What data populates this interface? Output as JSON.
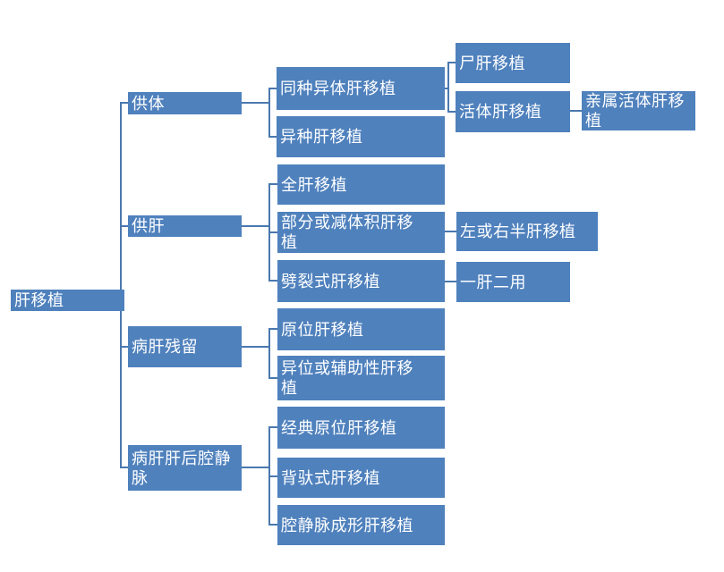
{
  "colors": {
    "node_fill": "#4f81bd",
    "node_text": "#ffffff",
    "connector": "#4a78ae",
    "background": "#ffffff"
  },
  "nodes": {
    "root": {
      "label": "肝移植"
    },
    "donor": {
      "label": "供体"
    },
    "allogeneic": {
      "label": "同种异体肝移植"
    },
    "xenogeneic": {
      "label": "异种肝移植"
    },
    "cadaveric": {
      "label": "尸肝移植"
    },
    "living": {
      "label": "活体肝移植"
    },
    "related": {
      "label": "亲属活体肝移\n植"
    },
    "donor_liver": {
      "label": "供肝"
    },
    "whole": {
      "label": "全肝移植"
    },
    "partial": {
      "label": "部分或减体积肝移\n植"
    },
    "lr_half": {
      "label": "左或右半肝移植"
    },
    "split": {
      "label": "劈裂式肝移植"
    },
    "one_two": {
      "label": "一肝二用"
    },
    "remnant": {
      "label": "病肝残留"
    },
    "orthotopic": {
      "label": "原位肝移植"
    },
    "heterotopic": {
      "label": "异位或辅助性肝移\n植"
    },
    "ivc": {
      "label": "病肝肝后腔静\n脉"
    },
    "classic": {
      "label": "经典原位肝移植"
    },
    "piggyback": {
      "label": "背驮式肝移植"
    },
    "cavoplasty": {
      "label": "腔静脉成形肝移植"
    }
  },
  "hierarchy": {
    "label": "肝移植",
    "children": [
      {
        "label": "供体",
        "children": [
          {
            "label": "同种异体肝移植",
            "children": [
              {
                "label": "尸肝移植"
              },
              {
                "label": "活体肝移植",
                "children": [
                  {
                    "label": "亲属活体肝移植"
                  }
                ]
              }
            ]
          },
          {
            "label": "异种肝移植"
          }
        ]
      },
      {
        "label": "供肝",
        "children": [
          {
            "label": "全肝移植"
          },
          {
            "label": "部分或减体积肝移植",
            "children": [
              {
                "label": "左或右半肝移植"
              }
            ]
          },
          {
            "label": "劈裂式肝移植",
            "children": [
              {
                "label": "一肝二用"
              }
            ]
          }
        ]
      },
      {
        "label": "病肝残留",
        "children": [
          {
            "label": "原位肝移植"
          },
          {
            "label": "异位或辅助性肝移植"
          }
        ]
      },
      {
        "label": "病肝肝后腔静脉",
        "children": [
          {
            "label": "经典原位肝移植"
          },
          {
            "label": "背驮式肝移植"
          },
          {
            "label": "腔静脉成形肝移植"
          }
        ]
      }
    ]
  }
}
